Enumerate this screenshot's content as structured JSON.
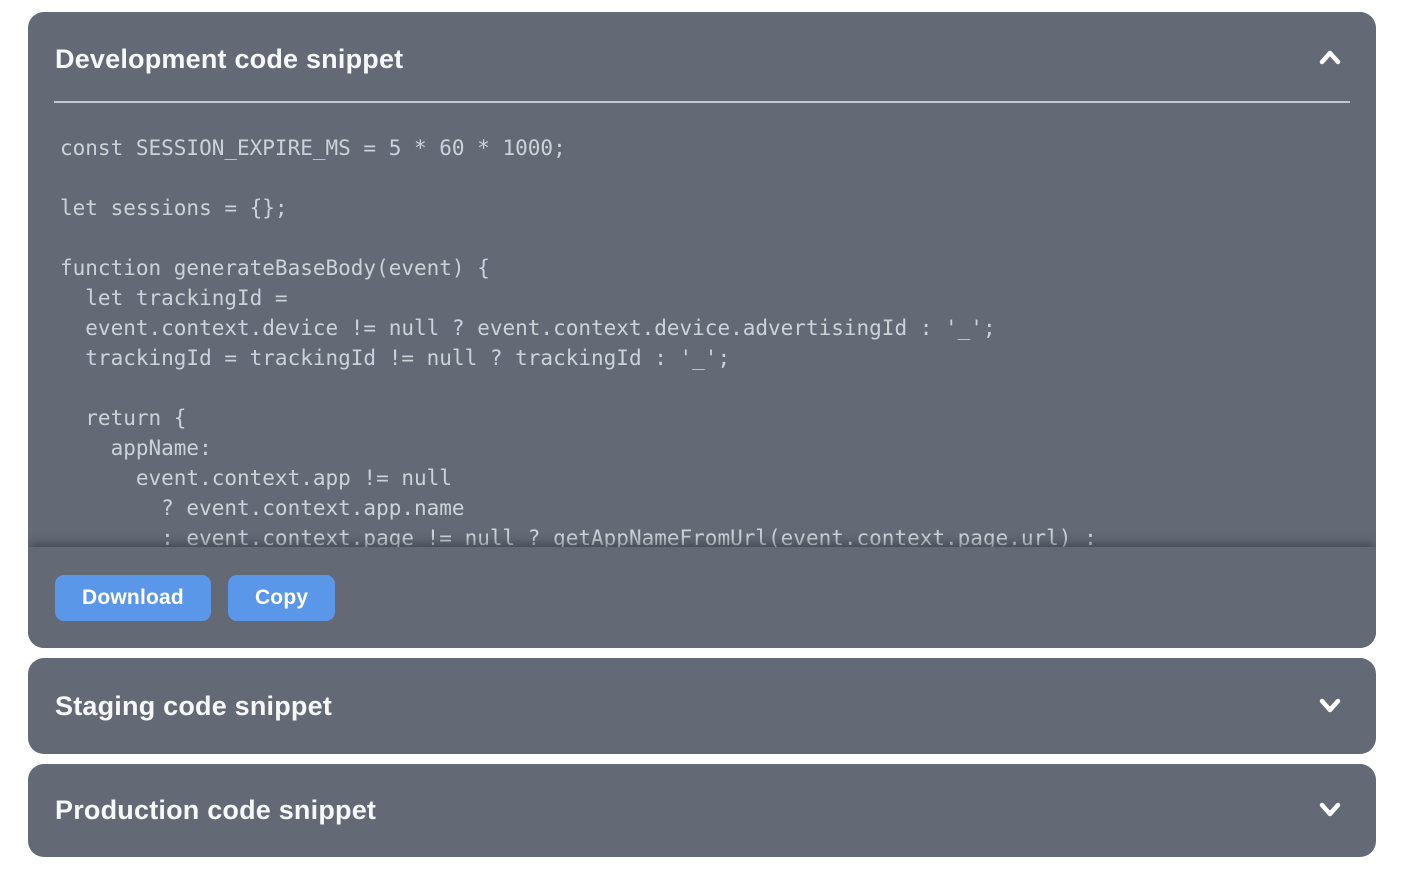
{
  "accordion": {
    "panels": [
      {
        "id": "development",
        "title": "Development code snippet",
        "expanded": true,
        "code": "const SESSION_EXPIRE_MS = 5 * 60 * 1000;\n\nlet sessions = {};\n\nfunction generateBaseBody(event) {\n  let trackingId =\n  event.context.device != null ? event.context.device.advertisingId : '_';\n  trackingId = trackingId != null ? trackingId : '_';\n\n  return {\n    appName:\n      event.context.app != null\n        ? event.context.app.name\n        : event.context.page != null ? getAppNameFromUrl(event.context.page.url) :",
        "buttons": {
          "download_label": "Download",
          "copy_label": "Copy"
        }
      },
      {
        "id": "staging",
        "title": "Staging code snippet",
        "expanded": false
      },
      {
        "id": "production",
        "title": "Production code snippet",
        "expanded": false
      }
    ]
  },
  "icons": {
    "panel_expanded": "chevron-up-icon",
    "panel_collapsed": "chevron-down-icon"
  },
  "colors": {
    "panel_background": "#636A75",
    "accent_button": "#5B97E8",
    "title_text": "#F6F7F9",
    "code_text": "#CDD2D8",
    "divider": "#C2C8D1",
    "page_background": "#FFFFFF"
  }
}
